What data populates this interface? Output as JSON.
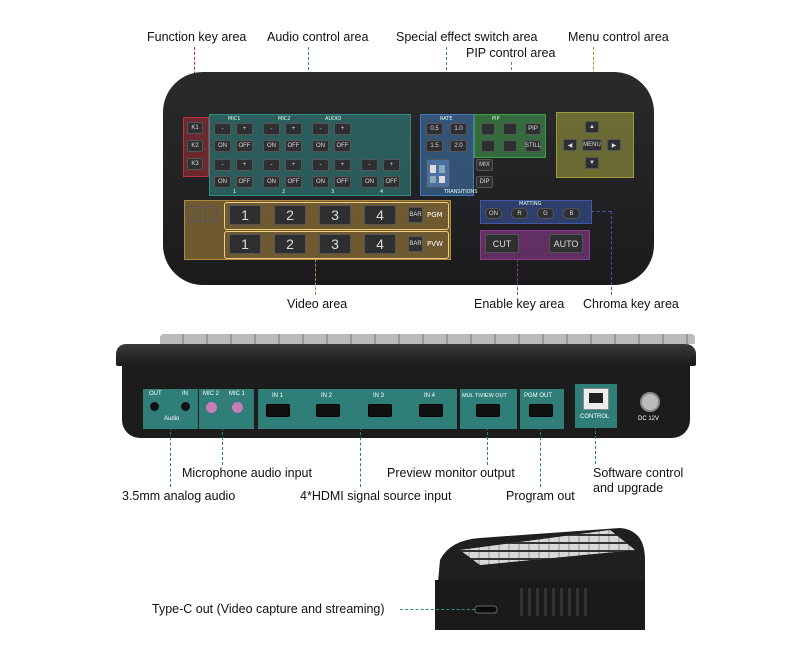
{
  "labels": {
    "function_key_area": "Function key area",
    "audio_control_area": "Audio control area",
    "special_effect_switch_area": "Special effect switch area",
    "pip_control_area": "PIP control area",
    "menu_control_area": "Menu control area",
    "video_area": "Video area",
    "enable_key_area": "Enable key area",
    "chroma_key_area": "Chroma key area",
    "microphone_audio_input": "Microphone audio input",
    "analog_audio": "3.5mm analog audio",
    "preview_monitor_output": "Preview monitor output",
    "hdmi_source_input": "4*HDMI signal source input",
    "program_out": "Program out",
    "software_control_line1": "Software control",
    "software_control_line2": "and upgrade",
    "type_c_out": "Type-C out (Video capture and streaming)"
  },
  "function_keys": [
    "K1",
    "K2",
    "K3"
  ],
  "audio": {
    "mic1": "MIC1",
    "mic2": "MIC2",
    "audio": "AUDIO",
    "minus": "-",
    "plus": "+",
    "on": "ON",
    "off": "OFF",
    "ch1": "1",
    "ch2": "2",
    "ch3": "3",
    "ch4": "4"
  },
  "rate": {
    "title": "RATE",
    "values": [
      "0.5",
      "1.0",
      "1.5",
      "2.0"
    ]
  },
  "transitions": {
    "mix": "MIX",
    "dip": "DIP",
    "title": "TRANSITIONS"
  },
  "pip": {
    "title": "PIP",
    "pip_btn": "PIP",
    "still_btn": "STILL"
  },
  "menu": {
    "menu_btn": "MENU"
  },
  "video": {
    "numbers": [
      "1",
      "2",
      "3",
      "4"
    ],
    "bar": "BAR",
    "pgm": "PGM",
    "pvw": "PVW"
  },
  "matting": {
    "title": "MATTING",
    "keys": [
      "ON",
      "R",
      "G",
      "B"
    ]
  },
  "enable": {
    "cut": "CUT",
    "auto": "AUTO"
  },
  "rear_panel": {
    "out": "OUT",
    "in": "IN",
    "audio": "Audio",
    "mic2": "MIC 2",
    "mic1": "MIC 1",
    "in1": "IN 1",
    "in2": "IN 2",
    "in3": "IN 3",
    "in4": "IN 4",
    "multiview_out": "MUL TIVIEW OUT",
    "pgm_out": "PGM OUT",
    "control": "CONTROL",
    "dc": "DC  12V"
  },
  "colors": {
    "function_red": "#c0303a",
    "audio_teal": "#2f8d86",
    "effect_blue": "#3f7bb8",
    "pip_green": "#3e9b4b",
    "menu_olive": "#9a9a3c",
    "video_orange": "#b08a3e",
    "enable_magenta": "#8d3b8d",
    "chroma_blue": "#3d59a8",
    "rear_teal": "#2f7f78"
  }
}
